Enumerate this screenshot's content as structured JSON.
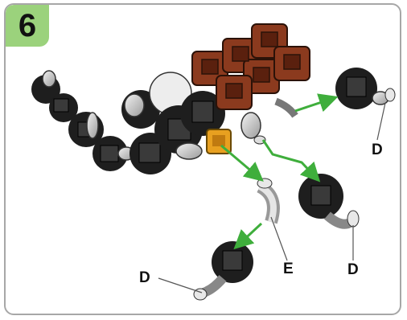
{
  "step": {
    "number": "6"
  },
  "labels": {
    "d_top": "D",
    "d_mid": "D",
    "d_bottom": "D",
    "e": "E"
  },
  "colors": {
    "badge": "#9bd27c",
    "arrow": "#3fae3c",
    "brick_brown": "#8b3a1e",
    "connector_orange": "#e8a020",
    "block_black": "#1e1e1e",
    "joint_gray": "#c8c8c8"
  },
  "icons": {
    "step": "step-number-badge",
    "arrows": "green-arrow-icon"
  }
}
